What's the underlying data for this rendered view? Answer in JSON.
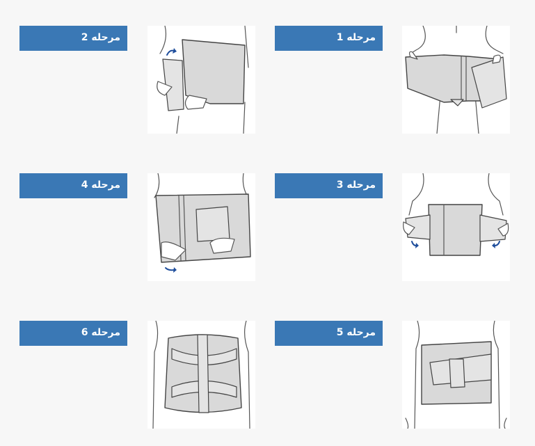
{
  "steps": [
    {
      "label": "مرحله 1"
    },
    {
      "label": "مرحله 2"
    },
    {
      "label": "مرحله 3"
    },
    {
      "label": "مرحله 4"
    },
    {
      "label": "مرحله 5"
    },
    {
      "label": "مرحله 6"
    }
  ],
  "colors": {
    "label_background": "#3a78b5",
    "label_text": "#ffffff",
    "page_background": "#f7f7f7",
    "arrow": "#1f4e9c"
  }
}
